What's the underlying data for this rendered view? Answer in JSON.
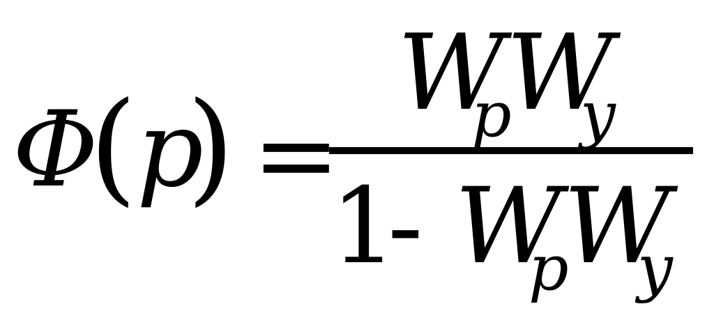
{
  "formula": {
    "lhs": {
      "function_symbol": "Φ",
      "open_paren": "(",
      "variable": "p",
      "close_paren": ")"
    },
    "equals": "=",
    "numerator": {
      "factor_1": "W",
      "factor_1_subscript": "p",
      "factor_2": "W",
      "factor_2_subscript": "y"
    },
    "denominator": {
      "constant": "1",
      "operator": "-",
      "factor_1": "W",
      "factor_1_subscript": "p",
      "factor_2": "W",
      "factor_2_subscript": "y"
    }
  }
}
